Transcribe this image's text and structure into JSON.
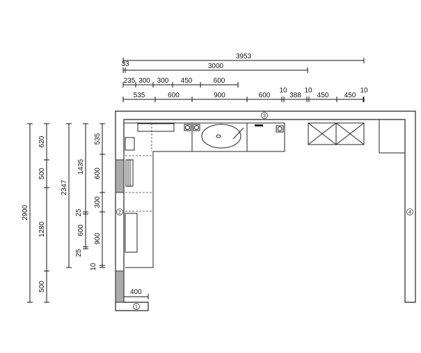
{
  "top_dimensions": {
    "row1": {
      "total": "3953",
      "offset": "33"
    },
    "row2": {
      "total": "3000"
    },
    "row3": [
      "235",
      "300",
      "300",
      "450",
      "600"
    ],
    "row4": [
      "535",
      "600",
      "900",
      "600",
      "10",
      "388",
      "10",
      "450",
      "450",
      "10"
    ]
  },
  "left_dimensions": {
    "col1": "2900",
    "col2": [
      "620",
      "500",
      "1280",
      "500"
    ],
    "col3": "2347",
    "col4": [
      "1435",
      "25",
      "600",
      "25"
    ],
    "col5": [
      "535",
      "600",
      "300",
      "900",
      "10"
    ]
  },
  "inner_dimension": "400",
  "wall_markers": [
    "1",
    "2",
    "3",
    "4"
  ]
}
